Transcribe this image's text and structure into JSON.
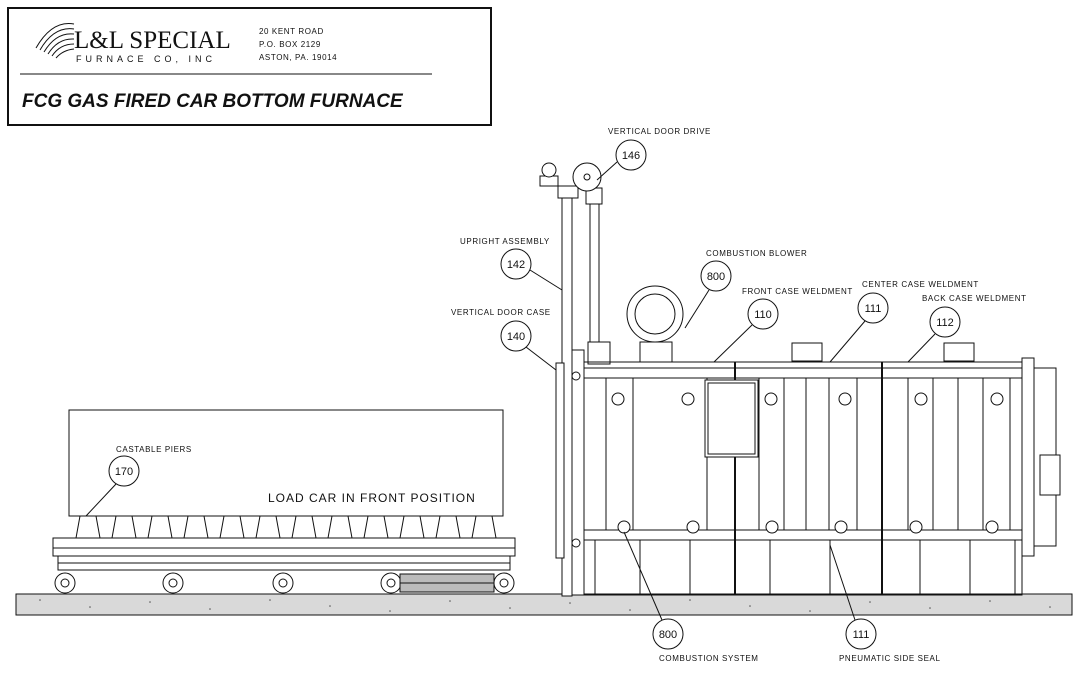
{
  "title_block": {
    "company_name": "L&L SPECIAL",
    "company_sub": "FURNACE CO, INC",
    "address": [
      "20 KENT ROAD",
      "P.O. BOX 2129",
      "ASTON, PA. 19014"
    ],
    "drawing_title": "FCG GAS FIRED CAR BOTTOM FURNACE"
  },
  "car_caption": "LOAD CAR IN FRONT POSITION",
  "callouts": [
    {
      "id": "vertical-door-drive",
      "label": "VERTICAL DOOR DRIVE",
      "number": "146"
    },
    {
      "id": "upright-assembly",
      "label": "UPRIGHT ASSEMBLY",
      "number": "142"
    },
    {
      "id": "combustion-blower",
      "label": "COMBUSTION BLOWER",
      "number": "800"
    },
    {
      "id": "front-case-weldment",
      "label": "FRONT CASE WELDMENT",
      "number": "110"
    },
    {
      "id": "center-case-weldment",
      "label": "CENTER CASE WELDMENT",
      "number": "111"
    },
    {
      "id": "back-case-weldment",
      "label": "BACK CASE WELDMENT",
      "number": "112"
    },
    {
      "id": "vertical-door-case",
      "label": "VERTICAL DOOR CASE",
      "number": "140"
    },
    {
      "id": "castable-piers",
      "label": "CASTABLE PIERS",
      "number": "170"
    },
    {
      "id": "combustion-system",
      "label": "COMBUSTION SYSTEM",
      "number": "800"
    },
    {
      "id": "pneumatic-side-seal",
      "label": "PNEUMATIC SIDE SEAL",
      "number": "111"
    }
  ]
}
